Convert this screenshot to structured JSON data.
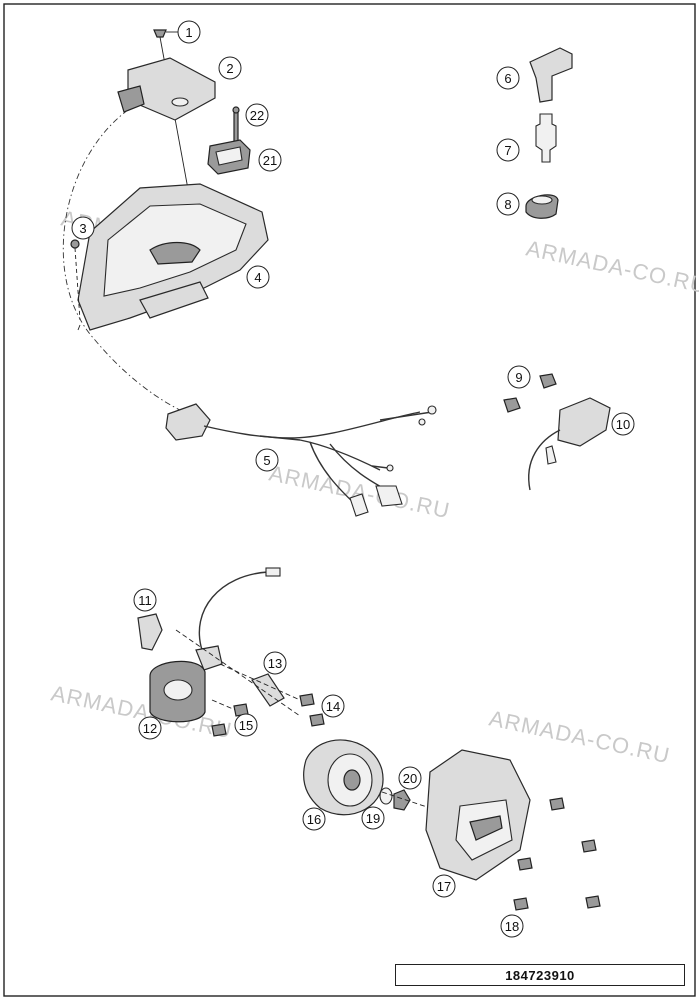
{
  "diagram": {
    "callouts": [
      {
        "label": "1"
      },
      {
        "label": "2"
      },
      {
        "label": "3"
      },
      {
        "label": "4"
      },
      {
        "label": "5"
      },
      {
        "label": "6"
      },
      {
        "label": "7"
      },
      {
        "label": "8"
      },
      {
        "label": "9"
      },
      {
        "label": "10"
      },
      {
        "label": "11"
      },
      {
        "label": "12"
      },
      {
        "label": "13"
      },
      {
        "label": "14"
      },
      {
        "label": "15"
      },
      {
        "label": "16"
      },
      {
        "label": "17"
      },
      {
        "label": "18"
      },
      {
        "label": "19"
      },
      {
        "label": "20"
      },
      {
        "label": "21"
      },
      {
        "label": "22"
      }
    ],
    "diagram_id": "184723910",
    "watermarks": [
      "ARMADA-CO.RU",
      "ARMADA-CO.RU",
      "ARMADA-CO.RU",
      "ARMADA-CO.RU",
      "ARMADA-CO.RU",
      "ARMADA-CO.RU"
    ]
  }
}
